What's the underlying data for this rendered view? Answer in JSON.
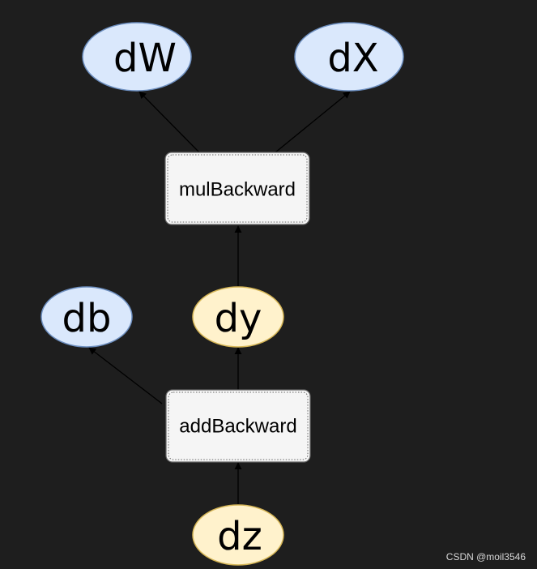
{
  "nodes": {
    "dW": "dW",
    "dX": "dX",
    "db": "db",
    "dy": "dy",
    "dz": "dz"
  },
  "ops": {
    "mul": "mulBackward",
    "add": "addBackward"
  },
  "colors": {
    "background": "#1e1e1e",
    "gradient_fill": "#dae8fc",
    "gradient_stroke": "#6c8ebf",
    "intermediate_fill": "#fff2cc",
    "intermediate_stroke": "#d6b656",
    "op_fill": "#f5f5f5",
    "op_stroke": "#666666",
    "edge": "#000000"
  },
  "watermark": "CSDN @moil3546"
}
